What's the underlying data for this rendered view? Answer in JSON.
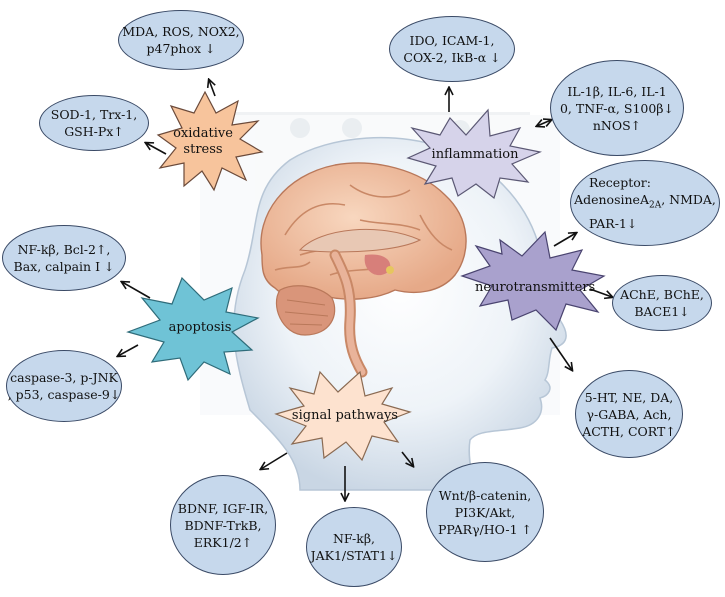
{
  "colors": {
    "bubble_fill": "#c6d8ec",
    "oxidative": "#f7c49c",
    "inflammation": "#d6d3ea",
    "neurotransmitters": "#a9a1cd",
    "apoptosis": "#6fc3d6",
    "signal": "#fde2cf"
  },
  "hubs": {
    "oxidative": [
      "oxidative",
      "stress"
    ],
    "inflammation": [
      "inflammation"
    ],
    "neurotransmitters": [
      "neurotransmitters"
    ],
    "apoptosis": [
      "apoptosis"
    ],
    "signal": [
      "signal pathways"
    ]
  },
  "bubbles": {
    "mda": [
      "MDA, ROS, NOX2,",
      "p47phox ↓"
    ],
    "sod": [
      "SOD-1, Trx-1,",
      "GSH-Px↑"
    ],
    "ido": [
      "IDO, ICAM-1,",
      "COX-2, IkB-α ↓"
    ],
    "il": [
      "IL-1β, IL-6, IL-1",
      "0, TNF-α, S100β↓",
      "nNOS↑"
    ],
    "receptor": [
      "Receptor:",
      "AdenosineA2A, NMDA,",
      "PAR-1↓"
    ],
    "ache": [
      "AChE, BChE,",
      "BACE1↓"
    ],
    "ht": [
      "5-HT, NE, DA,",
      "γ-GABA, Ach,",
      "ACTH, CORT↑"
    ],
    "nfkb_bcl": [
      "NF-kβ, Bcl-2↑,",
      "Bax, calpain I ↓"
    ],
    "caspase": [
      "caspase-3, p-JNK",
      ", p53, caspase-9↓"
    ],
    "bdnf": [
      "BDNF, IGF-IR,",
      "BDNF-TrkB,",
      "ERK1/2↑"
    ],
    "jak": [
      "NF-kβ,",
      "JAK1/STAT1↓"
    ],
    "wnt": [
      "Wnt/β-catenin,",
      "PI3K/Akt,",
      "PPARγ/HO-1 ↑"
    ]
  }
}
